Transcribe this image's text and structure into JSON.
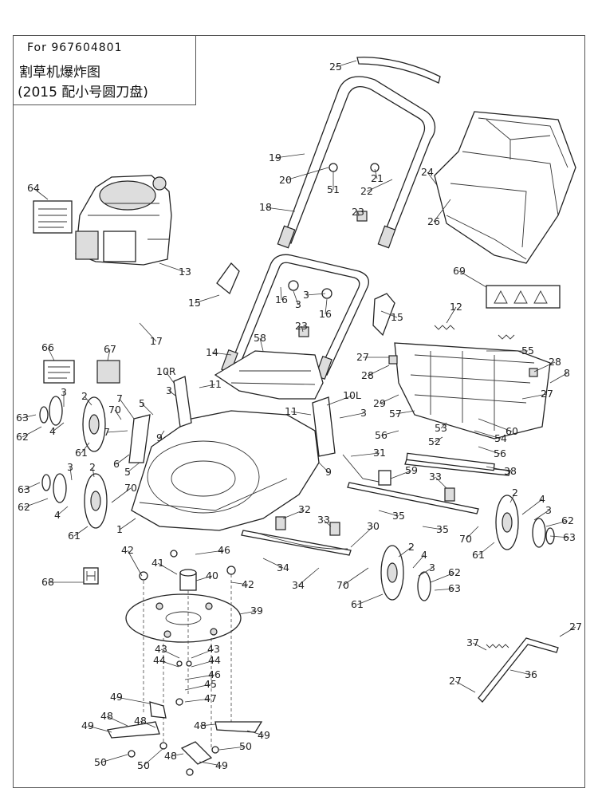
{
  "header": {
    "model": "For 967604801",
    "title_line1": "割草机爆炸图",
    "title_line2": "(2015   配小号圆刀盘)"
  },
  "callouts": [
    {
      "id": "c25",
      "label": "25"
    },
    {
      "id": "c19",
      "label": "19"
    },
    {
      "id": "c20",
      "label": "20"
    },
    {
      "id": "c51",
      "label": "51"
    },
    {
      "id": "c21",
      "label": "21"
    },
    {
      "id": "c22",
      "label": "22"
    },
    {
      "id": "c24",
      "label": "24"
    },
    {
      "id": "c26",
      "label": "26"
    },
    {
      "id": "c23a",
      "label": "23"
    },
    {
      "id": "c18",
      "label": "18"
    },
    {
      "id": "c64",
      "label": "64"
    },
    {
      "id": "c13",
      "label": "13"
    },
    {
      "id": "c69",
      "label": "69"
    },
    {
      "id": "c16a",
      "label": "16"
    },
    {
      "id": "c3a",
      "label": "3"
    },
    {
      "id": "c3b",
      "label": "3"
    },
    {
      "id": "c16b",
      "label": "16"
    },
    {
      "id": "c15a",
      "label": "15"
    },
    {
      "id": "c15b",
      "label": "15"
    },
    {
      "id": "c17",
      "label": "17"
    },
    {
      "id": "c12",
      "label": "12"
    },
    {
      "id": "c23b",
      "label": "23"
    },
    {
      "id": "c66",
      "label": "66"
    },
    {
      "id": "c67",
      "label": "67"
    },
    {
      "id": "c14",
      "label": "14"
    },
    {
      "id": "c58",
      "label": "58"
    },
    {
      "id": "c27a",
      "label": "27"
    },
    {
      "id": "c55",
      "label": "55"
    },
    {
      "id": "c28a",
      "label": "28"
    },
    {
      "id": "c28b",
      "label": "28"
    },
    {
      "id": "c8",
      "label": "8"
    },
    {
      "id": "c10R",
      "label": "10R"
    },
    {
      "id": "c11a",
      "label": "11"
    },
    {
      "id": "c27b",
      "label": "27"
    },
    {
      "id": "c3c",
      "label": "3"
    },
    {
      "id": "c2a",
      "label": "2"
    },
    {
      "id": "c7a",
      "label": "7"
    },
    {
      "id": "c5a",
      "label": "5"
    },
    {
      "id": "c70a",
      "label": "70"
    },
    {
      "id": "c63a",
      "label": "63"
    },
    {
      "id": "c4a",
      "label": "4"
    },
    {
      "id": "c62a",
      "label": "62"
    },
    {
      "id": "c9a",
      "label": "9"
    },
    {
      "id": "c3d",
      "label": "3"
    },
    {
      "id": "c10L",
      "label": "10L"
    },
    {
      "id": "c29",
      "label": "29"
    },
    {
      "id": "c11b",
      "label": "11"
    },
    {
      "id": "c3e",
      "label": "3"
    },
    {
      "id": "c57",
      "label": "57"
    },
    {
      "id": "c53",
      "label": "53"
    },
    {
      "id": "c60",
      "label": "60"
    },
    {
      "id": "c54",
      "label": "54"
    },
    {
      "id": "c56a",
      "label": "56"
    },
    {
      "id": "c56b",
      "label": "56"
    },
    {
      "id": "c52",
      "label": "52"
    },
    {
      "id": "c61a",
      "label": "61"
    },
    {
      "id": "c7b",
      "label": "7"
    },
    {
      "id": "c6",
      "label": "6"
    },
    {
      "id": "c5b",
      "label": "5"
    },
    {
      "id": "c31",
      "label": "31"
    },
    {
      "id": "c38",
      "label": "38"
    },
    {
      "id": "c9b",
      "label": "9"
    },
    {
      "id": "c59",
      "label": "59"
    },
    {
      "id": "c33a",
      "label": "33"
    },
    {
      "id": "c3f",
      "label": "3"
    },
    {
      "id": "c2b",
      "label": "2"
    },
    {
      "id": "c63b",
      "label": "63"
    },
    {
      "id": "c62b",
      "label": "62"
    },
    {
      "id": "c4b",
      "label": "4"
    },
    {
      "id": "c70b",
      "label": "70"
    },
    {
      "id": "c32",
      "label": "32"
    },
    {
      "id": "c35a",
      "label": "35"
    },
    {
      "id": "c33b",
      "label": "33"
    },
    {
      "id": "c35b",
      "label": "35"
    },
    {
      "id": "c1",
      "label": "1"
    },
    {
      "id": "c30",
      "label": "30"
    },
    {
      "id": "c61b",
      "label": "61"
    },
    {
      "id": "c2c",
      "label": "2"
    },
    {
      "id": "c4c",
      "label": "4"
    },
    {
      "id": "c3g",
      "label": "3"
    },
    {
      "id": "c62c",
      "label": "62"
    },
    {
      "id": "c63c",
      "label": "63"
    },
    {
      "id": "c70c",
      "label": "70"
    },
    {
      "id": "c61c",
      "label": "61"
    },
    {
      "id": "c42a",
      "label": "42"
    },
    {
      "id": "c46a",
      "label": "46"
    },
    {
      "id": "c41",
      "label": "41"
    },
    {
      "id": "c40",
      "label": "40"
    },
    {
      "id": "c42b",
      "label": "42"
    },
    {
      "id": "c68",
      "label": "68"
    },
    {
      "id": "c34a",
      "label": "34"
    },
    {
      "id": "c34b",
      "label": "34"
    },
    {
      "id": "c2d",
      "label": "2"
    },
    {
      "id": "c4d",
      "label": "4"
    },
    {
      "id": "c3h",
      "label": "3"
    },
    {
      "id": "c62d",
      "label": "62"
    },
    {
      "id": "c63d",
      "label": "63"
    },
    {
      "id": "c70d",
      "label": "70"
    },
    {
      "id": "c61d",
      "label": "61"
    },
    {
      "id": "c39",
      "label": "39"
    },
    {
      "id": "c27c",
      "label": "27"
    },
    {
      "id": "c37",
      "label": "37"
    },
    {
      "id": "c43a",
      "label": "43"
    },
    {
      "id": "c43b",
      "label": "43"
    },
    {
      "id": "c44a",
      "label": "44"
    },
    {
      "id": "c44b",
      "label": "44"
    },
    {
      "id": "c46b",
      "label": "46"
    },
    {
      "id": "c45",
      "label": "45"
    },
    {
      "id": "c36",
      "label": "36"
    },
    {
      "id": "c27d",
      "label": "27"
    },
    {
      "id": "c47",
      "label": "47"
    },
    {
      "id": "c49a",
      "label": "49"
    },
    {
      "id": "c48a",
      "label": "48"
    },
    {
      "id": "c49b",
      "label": "49"
    },
    {
      "id": "c48b",
      "label": "48"
    },
    {
      "id": "c48c",
      "label": "48"
    },
    {
      "id": "c49c",
      "label": "49"
    },
    {
      "id": "c50a",
      "label": "50"
    },
    {
      "id": "c50b",
      "label": "50"
    },
    {
      "id": "c50c",
      "label": "50"
    },
    {
      "id": "c48d",
      "label": "48"
    },
    {
      "id": "c49d",
      "label": "49"
    }
  ]
}
